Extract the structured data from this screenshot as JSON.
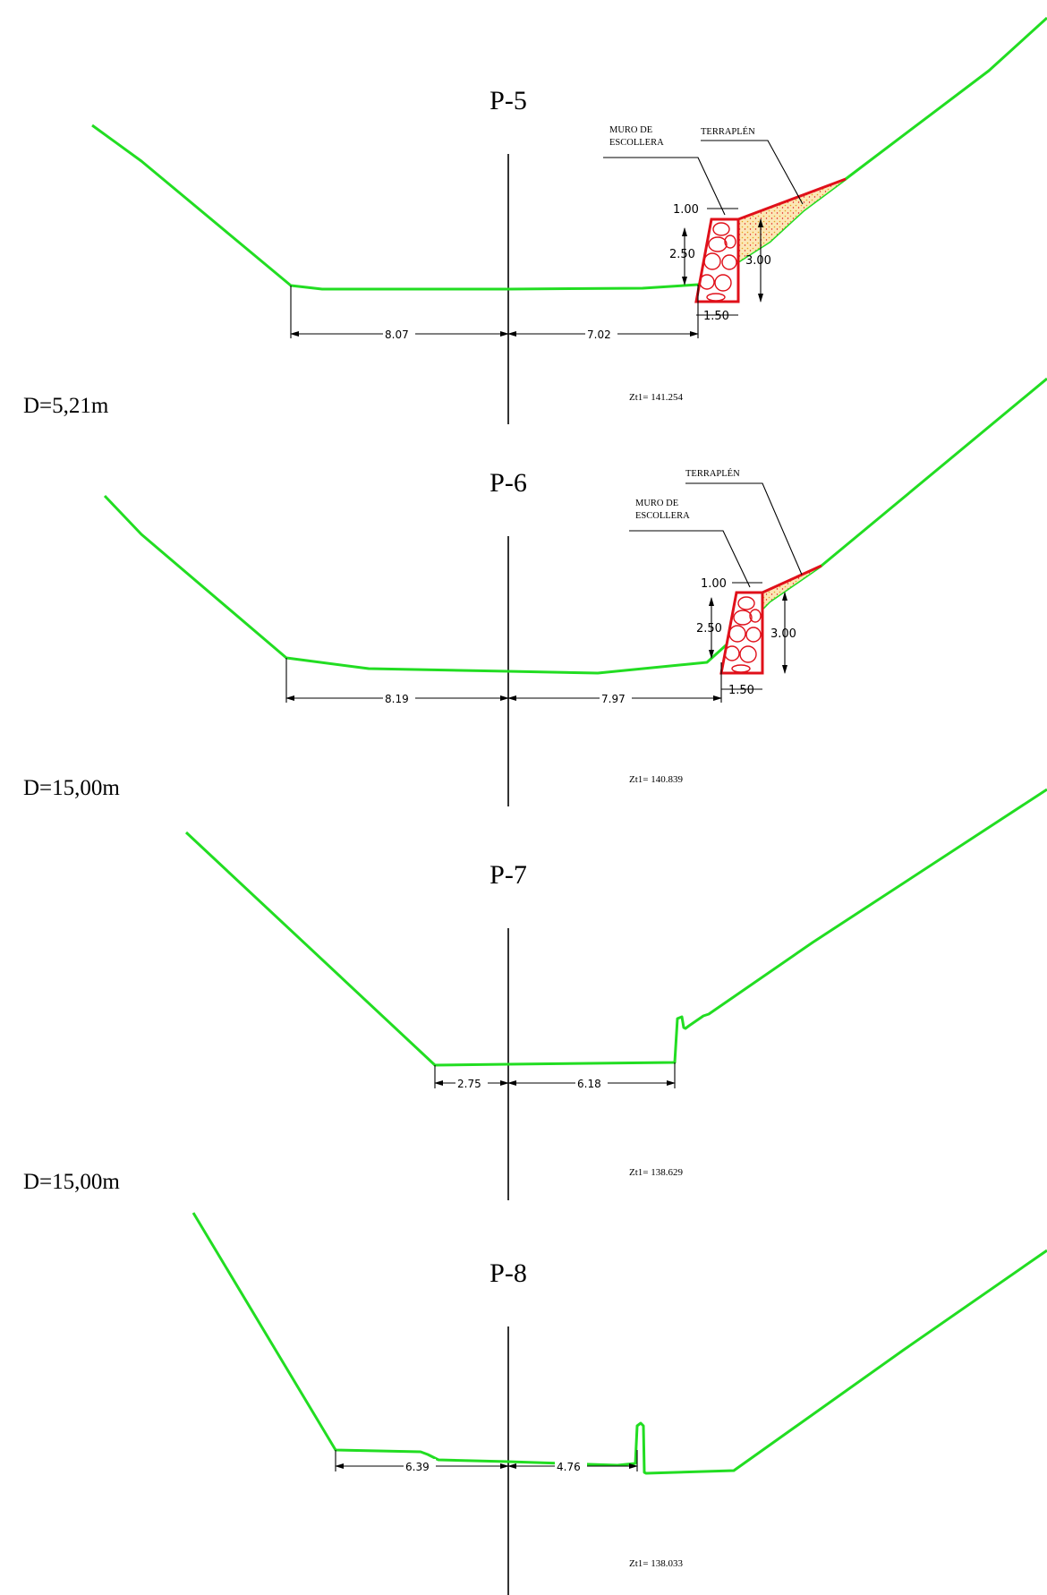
{
  "colors": {
    "ground": "#22dd22",
    "wall": "#e0101a",
    "fill": "#f6d58a",
    "lines": "#000000"
  },
  "sections": [
    {
      "id": "P-5",
      "title": "P-5",
      "zt": "Zt1= 141.254",
      "distance": "D=5,21m",
      "dims": {
        "left": "8.07",
        "right": "7.02"
      },
      "wall": {
        "label_wall": [
          "MURO DE",
          "ESCOLLERA"
        ],
        "label_fill": "TERRAPLÉN",
        "top": "1.00",
        "left_h": "2.50",
        "right_h": "3.00",
        "bottom": "1.50"
      }
    },
    {
      "id": "P-6",
      "title": "P-6",
      "zt": "Zt1= 140.839",
      "distance": "D=15,00m",
      "dims": {
        "left": "8.19",
        "right": "7.97"
      },
      "wall": {
        "label_wall": [
          "MURO DE",
          "ESCOLLERA"
        ],
        "label_fill": "TERRAPLÉN",
        "top": "1.00",
        "left_h": "2.50",
        "right_h": "3.00",
        "bottom": "1.50"
      }
    },
    {
      "id": "P-7",
      "title": "P-7",
      "zt": "Zt1= 138.629",
      "distance": "D=15,00m",
      "dims": {
        "left": "2.75",
        "right": "6.18"
      }
    },
    {
      "id": "P-8",
      "title": "P-8",
      "zt": "Zt1= 138.033",
      "dims": {
        "left": "6.39",
        "right": "4.76"
      }
    }
  ]
}
